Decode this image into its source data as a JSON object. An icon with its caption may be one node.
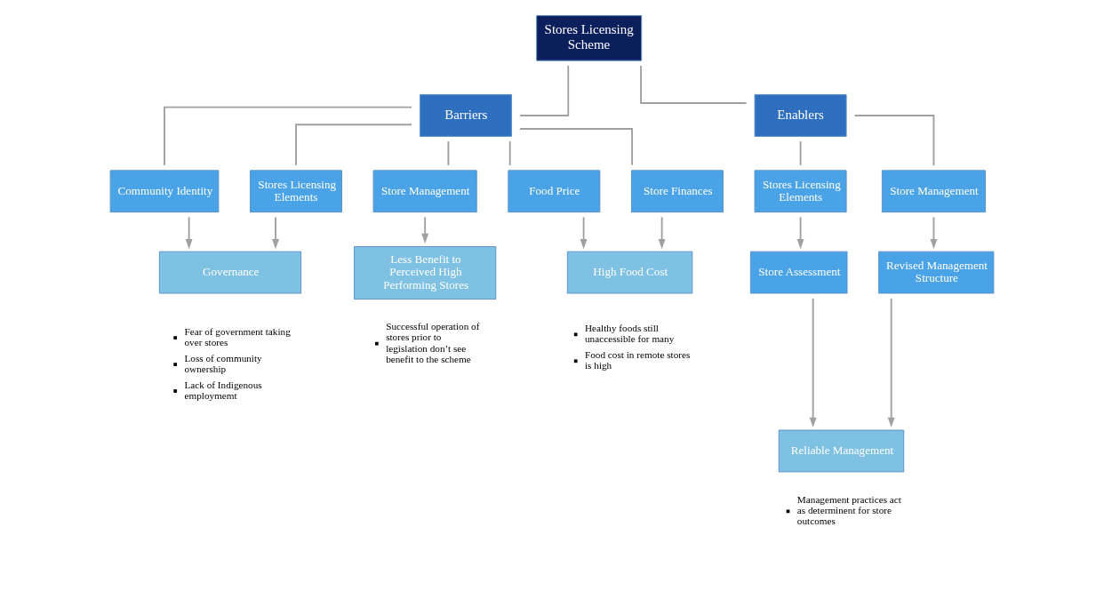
{
  "diagram": {
    "nodes": [
      {
        "text": [
          "Stores Licensing Scheme"
        ]
      },
      {
        "text": [
          "Barriers"
        ]
      },
      {
        "text": [
          "Enablers"
        ]
      },
      {
        "text": [
          "Community Identity"
        ]
      },
      {
        "text": [
          "Stores Licensing Elements"
        ]
      },
      {
        "text": [
          "Store Management"
        ]
      },
      {
        "text": [
          "Food Price"
        ]
      },
      {
        "text": [
          "Store Finances"
        ]
      },
      {
        "text": [
          "Stores Licensing Elements"
        ]
      },
      {
        "text": [
          "Store Management"
        ]
      },
      {
        "text": [
          "Governance"
        ],
        "beside": [
          "Fear of government taking over stores",
          "Loss of community ownership",
          "Lack of Indigenous employmemt"
        ]
      },
      {
        "text": [
          "Less Benefit to Perceived High Performing Stores"
        ],
        "beside": [
          "Successful operation of stores prior to legislation don’t see benefit to the scheme"
        ]
      },
      {
        "text": [
          "High Food Cost"
        ],
        "beside": [
          "Healthy foods still unaccessible for many",
          "Food cost in remote stores is high"
        ]
      },
      {
        "text": [
          "Store Assessment"
        ]
      },
      {
        "text": [
          "Revised Management Structure"
        ]
      },
      {
        "text": [
          "Reliable Management"
        ],
        "beside": [
          "Management practices act as determinent for store outcomes"
        ]
      }
    ],
    "edges": [
      {
        "from": 0,
        "to": 1,
        "arrow": "none"
      },
      {
        "from": 0,
        "to": 2,
        "arrow": "none"
      },
      {
        "from": 1,
        "to": 3,
        "arrow": "none"
      },
      {
        "from": 1,
        "to": 4,
        "arrow": "none"
      },
      {
        "from": 1,
        "to": 5,
        "arrow": "none"
      },
      {
        "from": 1,
        "to": 6,
        "arrow": "none"
      },
      {
        "from": 1,
        "to": 7,
        "arrow": "none"
      },
      {
        "from": 2,
        "to": 8,
        "arrow": "none"
      },
      {
        "from": 2,
        "to": 9,
        "arrow": "none"
      },
      {
        "from": 3,
        "to": 10,
        "arrow": "to"
      },
      {
        "from": 4,
        "to": 10,
        "arrow": "to"
      },
      {
        "from": 5,
        "to": 11,
        "arrow": "to"
      },
      {
        "from": 6,
        "to": 12,
        "arrow": "to"
      },
      {
        "from": 7,
        "to": 12,
        "arrow": "to"
      },
      {
        "from": 8,
        "to": 13,
        "arrow": "to"
      },
      {
        "from": 9,
        "to": 14,
        "arrow": "to"
      },
      {
        "from": 13,
        "to": 15,
        "arrow": "to"
      },
      {
        "from": 14,
        "to": 15,
        "arrow": "to"
      }
    ]
  }
}
